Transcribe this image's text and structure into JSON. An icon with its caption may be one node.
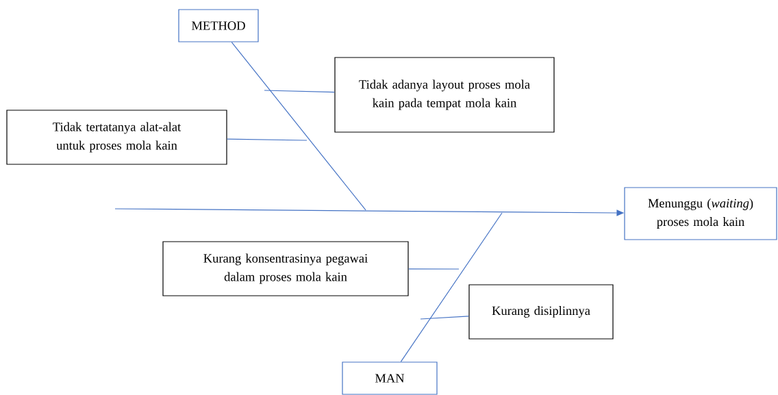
{
  "diagram": {
    "nodes": [
      {
        "text": [
          "METHOD"
        ]
      },
      {
        "text": [
          "Tidak adanya layout proses mola kain pada tempat mola kain"
        ]
      },
      {
        "text": [
          "Tidak tertatanya alat-alat untuk proses mola kain"
        ]
      },
      {
        "text": [
          "Menunggu (*waiting*) proses mola kain"
        ]
      },
      {
        "text": [
          "Kurang konsentrasinya pegawai dalam proses mola kain"
        ]
      },
      {
        "text": [
          "Kurang disiplinnya"
        ]
      },
      {
        "text": [
          "MAN"
        ]
      }
    ],
    "edges": [
      {
        "from": null,
        "to": 3,
        "arrow": "to"
      },
      {
        "from": 0,
        "to": null,
        "arrow": "none"
      },
      {
        "from": 1,
        "to": null,
        "arrow": "none"
      },
      {
        "from": 2,
        "to": null,
        "arrow": "none"
      },
      {
        "from": 6,
        "to": null,
        "arrow": "none"
      },
      {
        "from": 4,
        "to": null,
        "arrow": "none"
      },
      {
        "from": 5,
        "to": null,
        "arrow": "none"
      }
    ]
  }
}
